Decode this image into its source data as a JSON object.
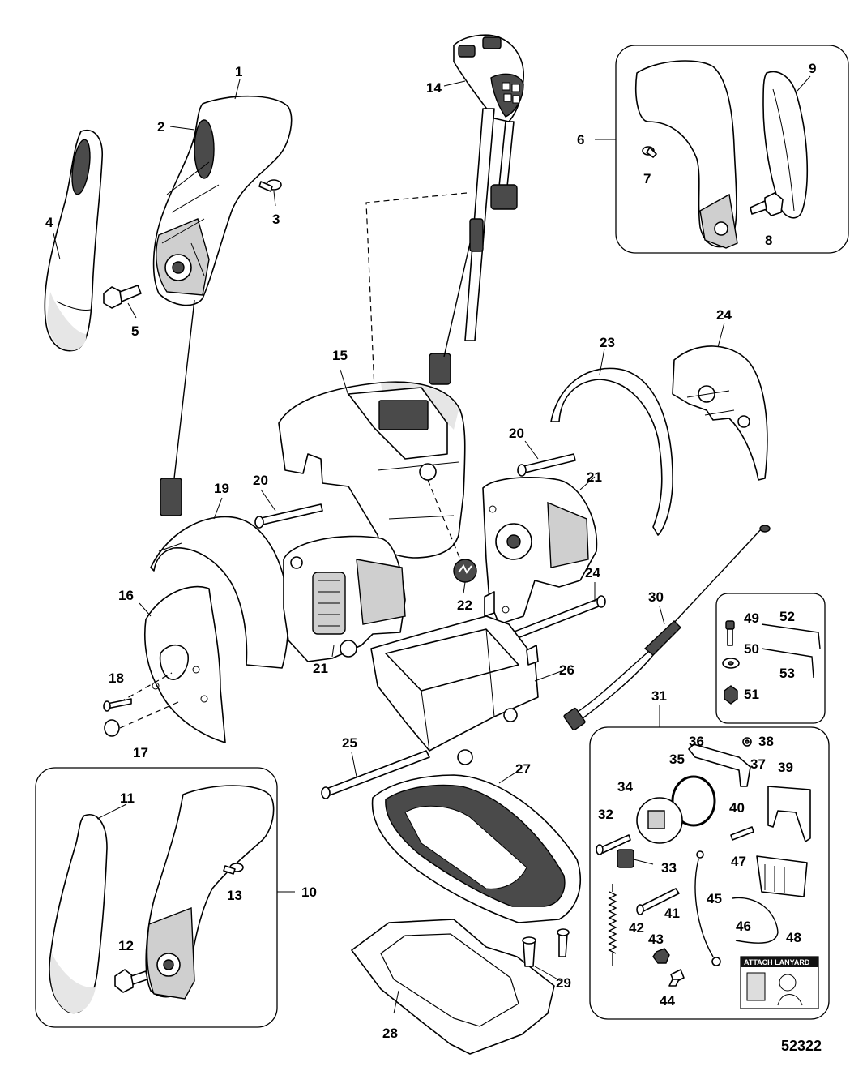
{
  "callouts": [
    "1",
    "2",
    "3",
    "4",
    "5",
    "6",
    "7",
    "8",
    "9",
    "10",
    "11",
    "12",
    "13",
    "14",
    "15",
    "16",
    "17",
    "18",
    "19",
    "20",
    "20",
    "21",
    "21",
    "22",
    "23",
    "24",
    "24",
    "25",
    "26",
    "27",
    "28",
    "29",
    "30",
    "31",
    "32",
    "33",
    "34",
    "35",
    "36",
    "37",
    "38",
    "39",
    "40",
    "41",
    "42",
    "43",
    "44",
    "45",
    "46",
    "47",
    "48",
    "49",
    "50",
    "51",
    "52",
    "53"
  ],
  "decal_text": "ATTACH LANYARD",
  "figure_number": "52322"
}
